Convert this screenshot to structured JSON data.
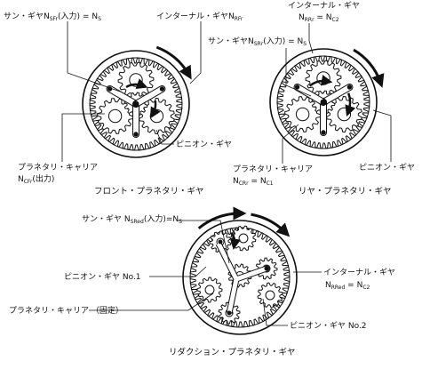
{
  "front": {
    "sun_label": "サン・ギヤN",
    "sun_sub": "SFr",
    "sun_suffix": "(入力) = N",
    "sun_suffix_sub": "S",
    "ring_label": "インターナル・ギヤN",
    "ring_sub": "RFr",
    "pinion_label": "ピニオン・ギヤ",
    "carrier_label": "プラネタリ・キャリア",
    "carrier_n": "N",
    "carrier_n_sub": "CFr",
    "carrier_n_suffix": "(出力)",
    "caption": "フロント・プラネタリ・ギヤ"
  },
  "rear": {
    "ring_label": "インターナル・ギヤ",
    "ring_n": "N",
    "ring_n_sub": "RRr",
    "ring_n_eq": " = N",
    "ring_n_eq_sub": "C2",
    "sun_label": "サン・ギヤN",
    "sun_sub": "SRr",
    "sun_suffix": "(入力) = N",
    "sun_suffix_sub": "S",
    "carrier_label": "プラネタリ・キャリア",
    "carrier_n": "N",
    "carrier_n_sub": "CRr",
    "carrier_n_eq": " = N",
    "carrier_n_eq_sub": "C1",
    "pinion_label": "ピニオン・ギヤ",
    "caption": "リヤ・プラネタリ・ギヤ"
  },
  "reduction": {
    "sun_label": "サン・ギヤ N",
    "sun_sub": "SRed",
    "sun_suffix": "(入力)=N",
    "sun_suffix_sub": "S",
    "pinion1_label": "ピニオン・ギヤ No.1",
    "ring_label": "インターナル・ギヤ",
    "ring_n": "N",
    "ring_n_sub": "RRed",
    "ring_n_eq": " = N",
    "ring_n_eq_sub": "C2",
    "carrier_label": "プラネタリ・キャリア （固定）",
    "pinion2_label": "ピニオン・ギヤ No.2",
    "caption": "リダクション・プラネタリ・ギヤ"
  }
}
